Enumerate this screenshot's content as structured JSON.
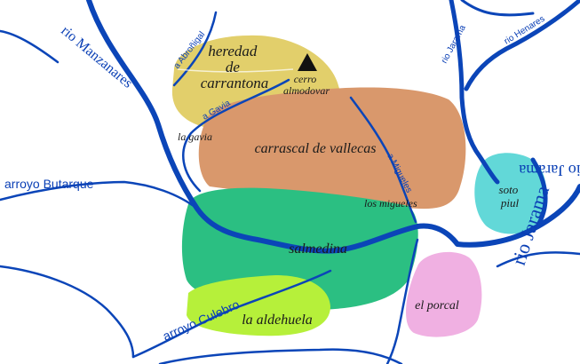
{
  "colors": {
    "river": "#0b45b8",
    "river_label": "#0a3fb5",
    "heredad": "#e2cf6b",
    "carrascal": "#d9986c",
    "salmedina": "#2bbf82",
    "aldehuela": "#b6f03a",
    "soto": "#62d8d8",
    "porcal": "#f0b0e2",
    "stream_line": "#ffffff",
    "background": "#ffffff"
  },
  "regions": {
    "heredad": "heredad de carrantona",
    "heredad_lines": [
      "heredad",
      "de",
      "carrantona"
    ],
    "carrascal": "carrascal de vallecas",
    "salmedina": "salmedina",
    "aldehuela": "la aldehuela",
    "soto": "soto piul",
    "soto_lines": [
      "soto",
      "piul"
    ],
    "porcal": "el porcal"
  },
  "places": {
    "cerro_lines": [
      "cerro",
      "almodovar"
    ],
    "la_gavia": "la gavia",
    "los_migueles": "los migueles"
  },
  "rivers": {
    "manzanares": "rio Manzanares",
    "jarama_big": "rio Jarama",
    "butarque": "arroyo Butarque",
    "culebro": "arroyo Culebro"
  },
  "road_labels": {
    "abronigal": "a Abroñigal",
    "gavia": "a Gavia",
    "migueles": "a Migueles",
    "jarama_small": "rio Jarama",
    "henares": "rio Henares"
  },
  "icons": {
    "peak": "mountain-peak-icon"
  }
}
